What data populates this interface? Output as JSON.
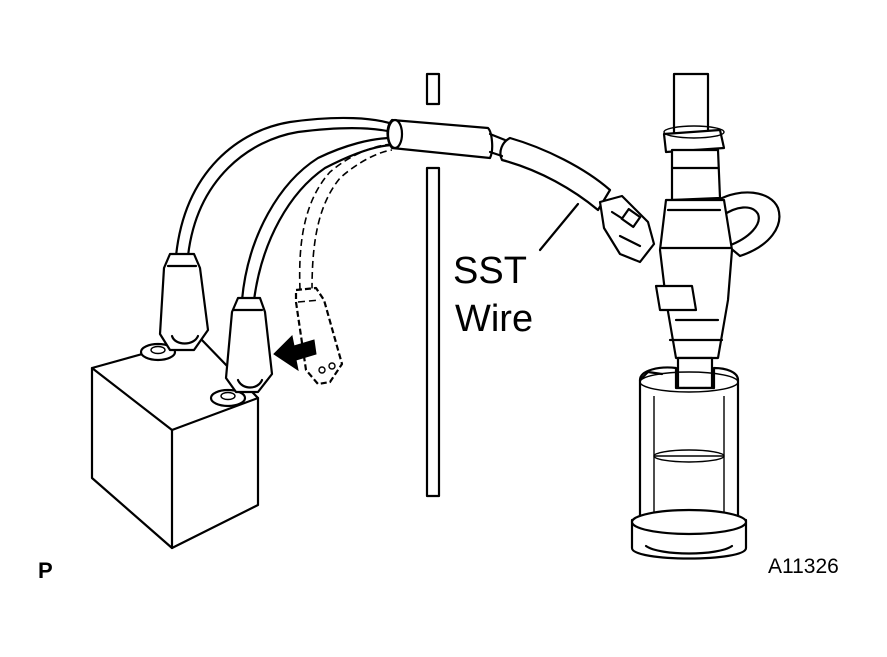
{
  "labels": {
    "sst": "SST",
    "wire": "Wire",
    "figure_id": "A11326",
    "section_mark": "P"
  }
}
